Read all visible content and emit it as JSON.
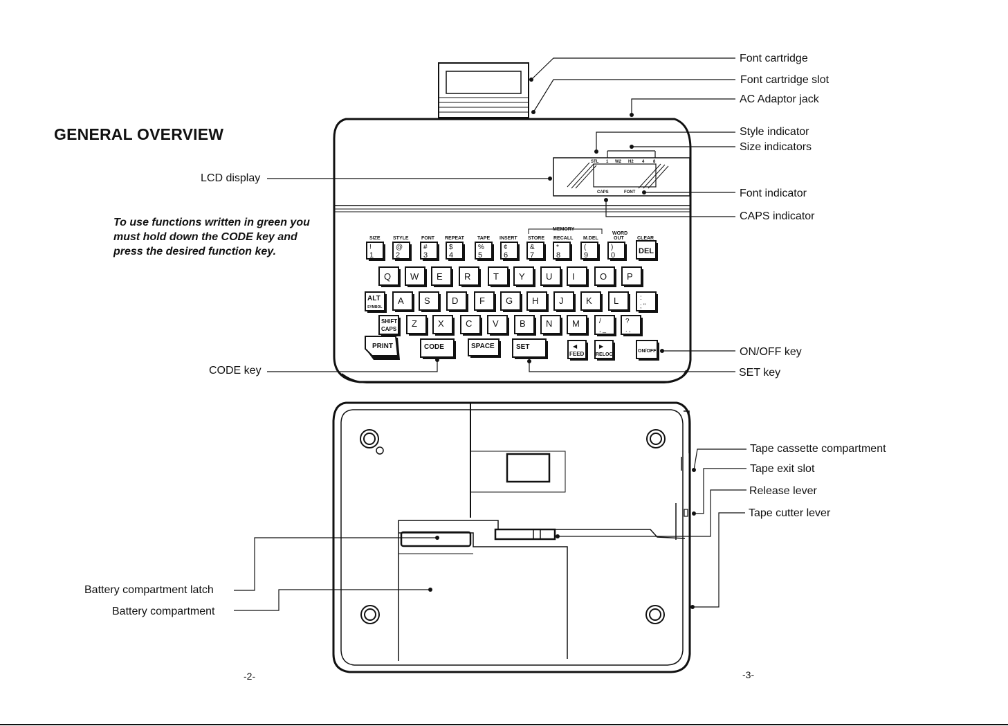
{
  "page": {
    "heading": "GENERAL OVERVIEW",
    "note_lines": [
      "To use functions written in green you",
      "must hold down the CODE key and",
      "press the desired function key."
    ],
    "page_left": "-2-",
    "page_right": "-3-"
  },
  "callouts": {
    "font_cartridge": "Font cartridge",
    "font_cartridge_slot": "Font cartridge slot",
    "ac_adaptor_jack": "AC Adaptor jack",
    "style_indicator": "Style indicator",
    "size_indicators": "Size indicators",
    "lcd_display": "LCD display",
    "font_indicator": "Font indicator",
    "caps_indicator": "CAPS indicator",
    "onoff_key": "ON/OFF key",
    "code_key": "CODE key",
    "set_key": "SET key",
    "tape_cassette_compartment": "Tape cassette compartment",
    "tape_exit_slot": "Tape exit slot",
    "release_lever": "Release lever",
    "tape_cutter_lever": "Tape cutter lever",
    "battery_latch": "Battery compartment latch",
    "battery_compartment": "Battery compartment"
  },
  "lcd": {
    "top_labels": [
      "STL",
      "1",
      "W2",
      "H2",
      "4",
      "8"
    ],
    "caps": "CAPS",
    "font": "FONT"
  },
  "keyboard": {
    "memory_label": "MEMORY",
    "func_labels": [
      "SIZE",
      "STYLE",
      "FONT",
      "REPEAT",
      "TAPE",
      "INSERT",
      "STORE",
      "RECALL",
      "M.DEL",
      "WORD",
      "OUT",
      "CLEAR"
    ],
    "number_row": [
      {
        "top": "!",
        "bottom": "1"
      },
      {
        "top": "@",
        "bottom": "2"
      },
      {
        "top": "#",
        "bottom": "3"
      },
      {
        "top": "$",
        "bottom": "4"
      },
      {
        "top": "%",
        "bottom": "5"
      },
      {
        "top": "¢",
        "bottom": "6"
      },
      {
        "top": "&",
        "bottom": "7"
      },
      {
        "top": "*",
        "bottom": "8"
      },
      {
        "top": "(",
        "bottom": "9"
      },
      {
        "top": ")",
        "bottom": "0"
      }
    ],
    "del": "DEL",
    "row_q": [
      "Q",
      "W",
      "E",
      "R",
      "T",
      "Y",
      "U",
      "I",
      "O",
      "P"
    ],
    "alt_top": "ALT",
    "alt_bottom": "SYMBOL",
    "row_a": [
      "A",
      "S",
      "D",
      "F",
      "G",
      "H",
      "J",
      "K",
      "L"
    ],
    "semicolon": {
      "top": ":",
      "bottom": "; \""
    },
    "shift_top": "SHIFT",
    "shift_bottom": "CAPS",
    "row_z": [
      "Z",
      "X",
      "C",
      "V",
      "B",
      "N",
      "M"
    ],
    "slash": {
      "top": "/",
      "bottom": ", _"
    },
    "question": {
      "top": "?",
      "bottom": ". ,"
    },
    "print": "PRINT",
    "code": "CODE",
    "space": "SPACE",
    "set": "SET",
    "feed": "FEED",
    "reloc": "RELOC",
    "onoff": "ON/OFF"
  }
}
